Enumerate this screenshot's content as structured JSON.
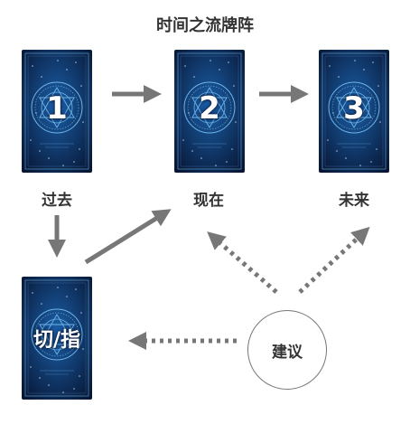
{
  "title": "时间之流牌阵",
  "cards": {
    "past": {
      "number": "1",
      "label": "过去"
    },
    "present": {
      "number": "2",
      "label": "现在"
    },
    "future": {
      "number": "3",
      "label": "未来"
    },
    "entry": {
      "number": "切/指"
    }
  },
  "advice": {
    "label": "建议"
  },
  "colors": {
    "arrow": "#777777",
    "card_bg_dark": "#071634",
    "card_bg_light": "#1b5fa8",
    "card_line": "#6fb6e8",
    "text": "#333333"
  },
  "connections": [
    {
      "from": "1",
      "to": "2",
      "style": "solid"
    },
    {
      "from": "2",
      "to": "3",
      "style": "solid"
    },
    {
      "from": "过去",
      "to": "切/指",
      "style": "solid"
    },
    {
      "from": "切/指",
      "to": "现在",
      "style": "solid"
    },
    {
      "from": "建议",
      "to": "现在",
      "style": "dotted"
    },
    {
      "from": "建议",
      "to": "未来",
      "style": "dotted"
    },
    {
      "from": "建议",
      "to": "切/指",
      "style": "dotted"
    }
  ]
}
